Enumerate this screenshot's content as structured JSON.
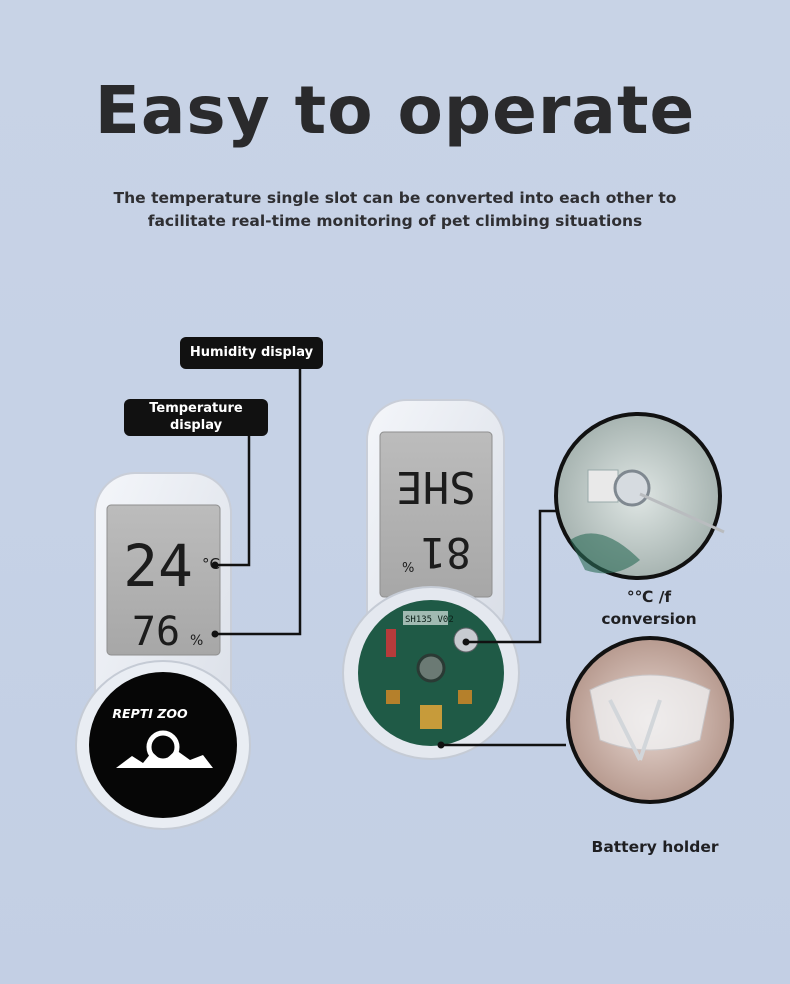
{
  "heading": {
    "title": "Easy to operate",
    "subtitle": "The temperature single slot can be converted into each other to facilitate real-time monitoring of pet climbing situations"
  },
  "labels": {
    "humidity": "Humidity display",
    "temperature": "Temperature\ndisplay",
    "conversion": "°℃ /f\nconversion",
    "battery": "Battery holder"
  },
  "device_front": {
    "temp_reading": "24",
    "temp_unit": "°C",
    "humidity_reading": "76",
    "humidity_unit": "%",
    "brand": "REPTI ZOO"
  },
  "device_back": {
    "display_top": "SHE",
    "display_bottom": "81",
    "unit": "%",
    "board_marking": "SH135 V02"
  },
  "colors": {
    "background": "#c6d2e6",
    "pill": "#111111",
    "text": "#2a2a2c",
    "pcb": "#1f5a46"
  }
}
